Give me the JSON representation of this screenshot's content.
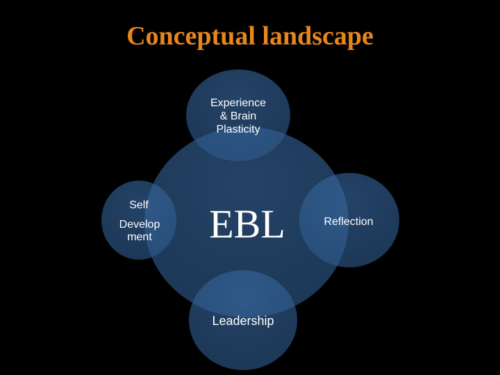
{
  "title": "Conceptual landscape",
  "diagram": {
    "center": "EBL",
    "nodes": {
      "top": [
        "Experience",
        "& Brain",
        "Plasticity"
      ],
      "left": [
        "Self",
        "Develop",
        "ment"
      ],
      "right": [
        "Reflection"
      ],
      "bottom": [
        "Leadership"
      ]
    },
    "colors": {
      "circle": "#34649b",
      "title": "#e8861c"
    }
  }
}
